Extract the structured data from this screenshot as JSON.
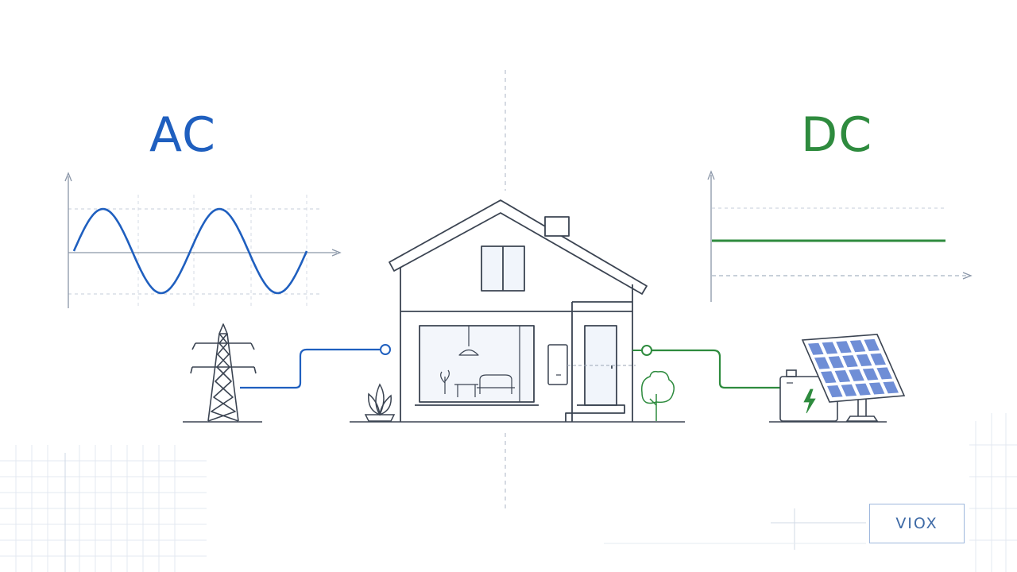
{
  "ac": {
    "title": "AC",
    "color": "#1f5fbf",
    "chart": {
      "type": "line",
      "waveform": "sine",
      "cycles": 2
    }
  },
  "dc": {
    "title": "DC",
    "color": "#2e8b3e",
    "chart": {
      "type": "line",
      "waveform": "constant"
    }
  },
  "brand": {
    "label": "VIOX"
  },
  "diagram": {
    "left_source": "transmission-tower",
    "center": "house",
    "right_source": [
      "battery",
      "solar-panel"
    ]
  },
  "colors": {
    "line_art": "#3b4452",
    "grid": "#c5cdd8",
    "axis": "#8a96a8",
    "ac_wire": "#1f5fbf",
    "dc_wire": "#2e8b3e",
    "solar_cell": "#6f8ed6"
  }
}
